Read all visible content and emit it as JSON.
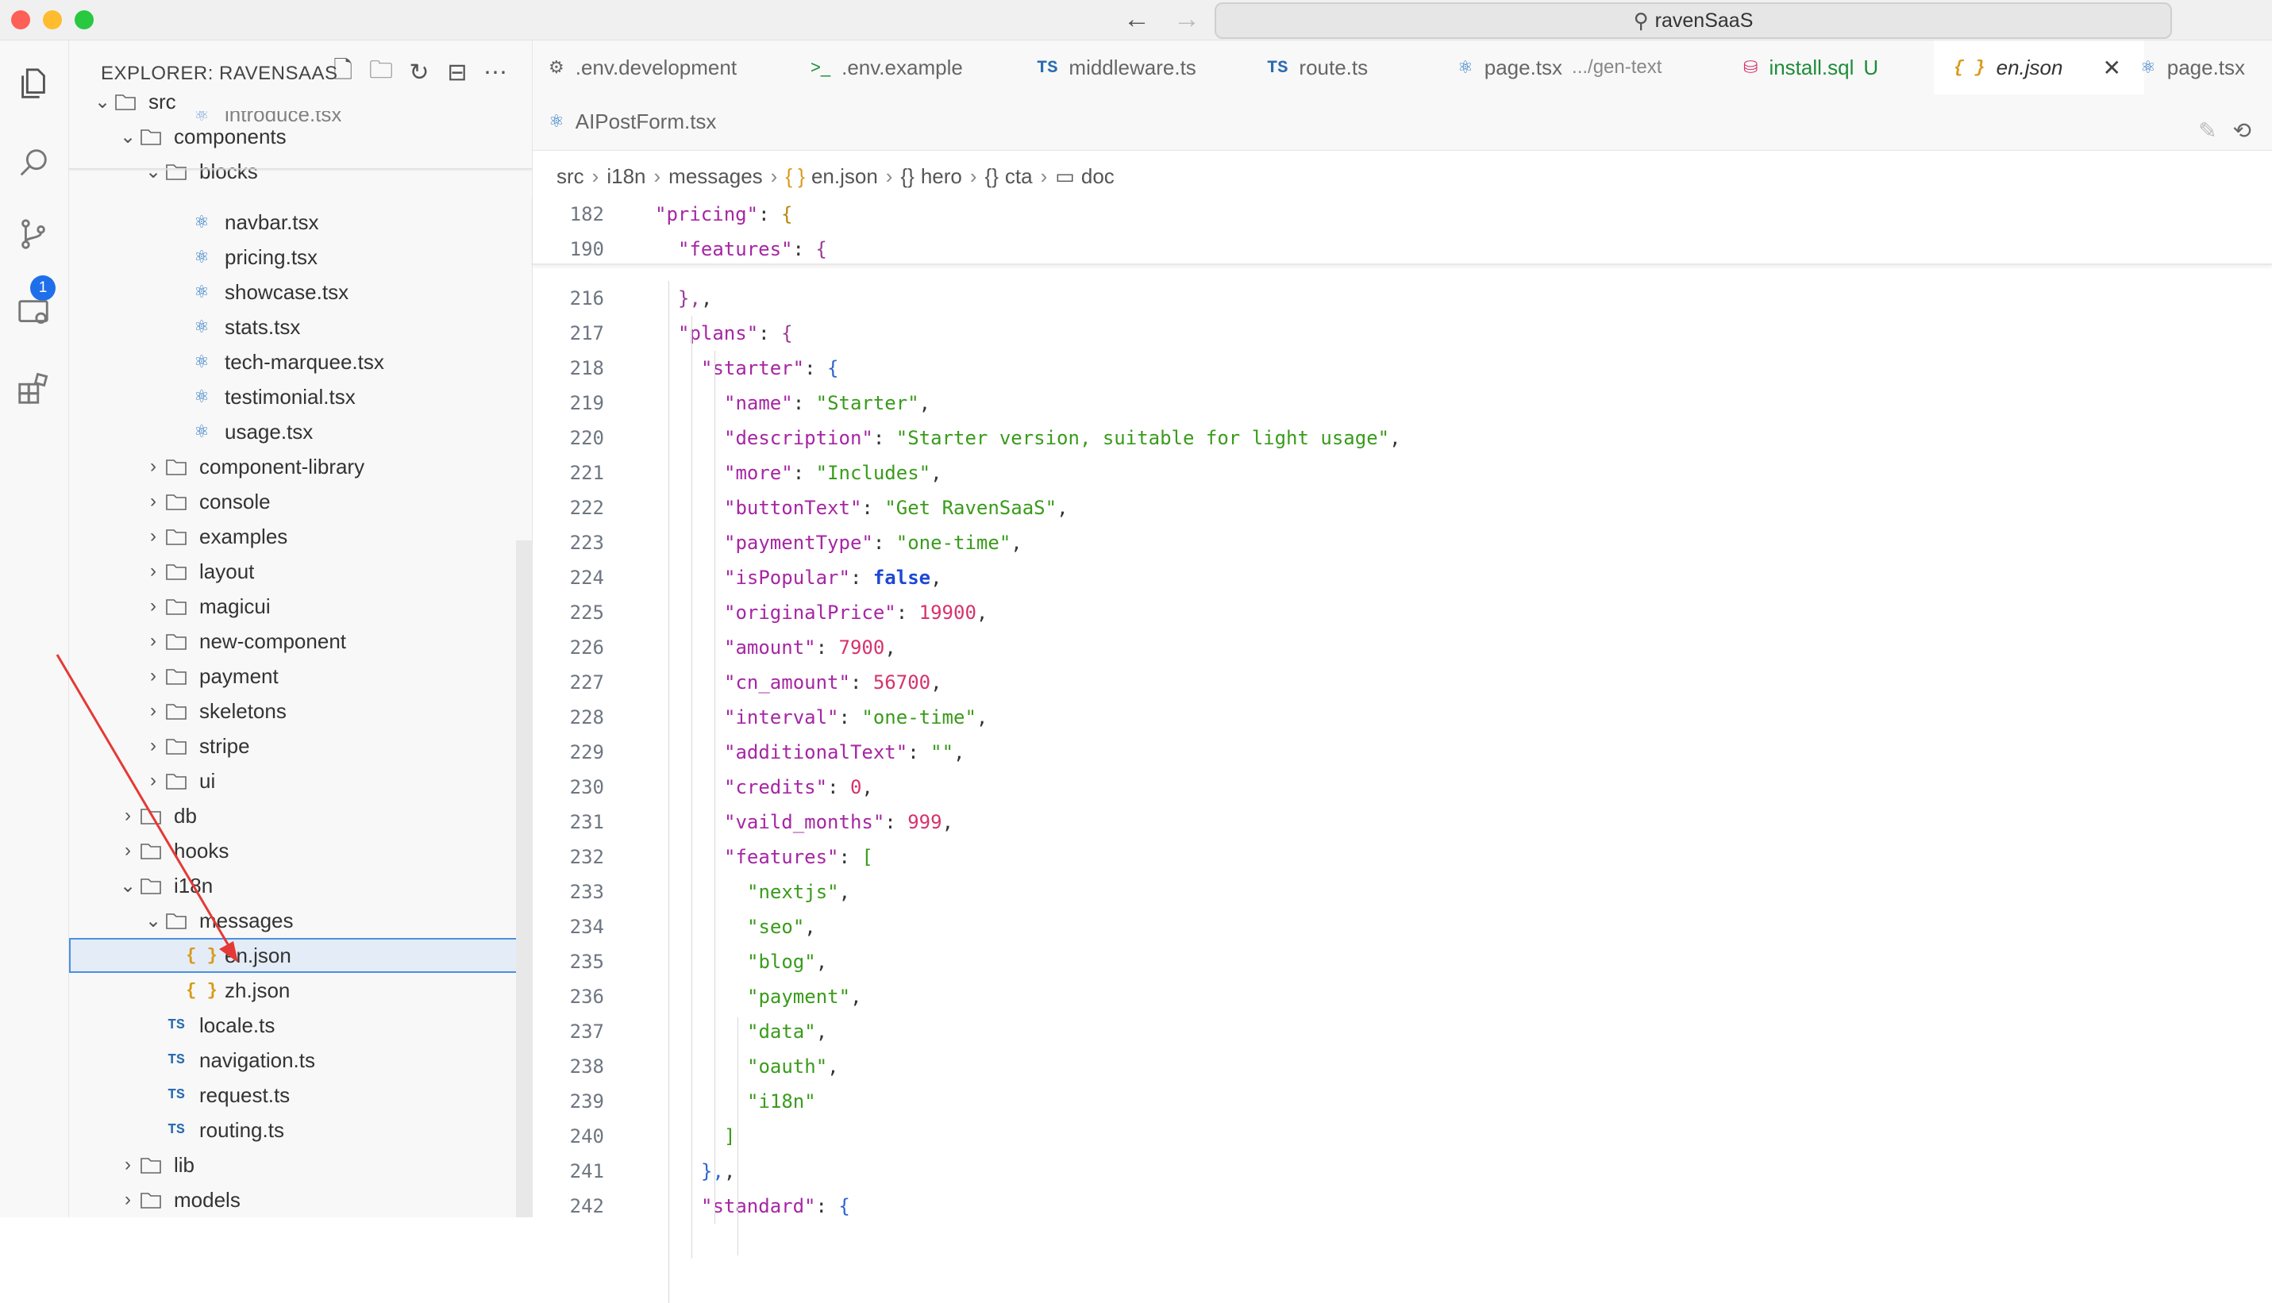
{
  "window": {
    "title": "ravenSaaS"
  },
  "sidebar": {
    "title": "EXPLORER: RAVENSAAS",
    "tree": [
      {
        "label": "src",
        "icon": "folder-src-icon",
        "type": "folder-open"
      },
      {
        "label": "components",
        "icon": "folder-components-icon",
        "type": "folder-open"
      },
      {
        "label": "blocks",
        "icon": "folder-icon",
        "type": "folder-open"
      },
      {
        "label": "introduce.tsx",
        "icon": "react-icon",
        "type": "file"
      },
      {
        "label": "navbar.tsx",
        "icon": "react-icon",
        "type": "file"
      },
      {
        "label": "pricing.tsx",
        "icon": "react-icon",
        "type": "file"
      },
      {
        "label": "showcase.tsx",
        "icon": "react-icon",
        "type": "file"
      },
      {
        "label": "stats.tsx",
        "icon": "react-icon",
        "type": "file"
      },
      {
        "label": "tech-marquee.tsx",
        "icon": "react-icon",
        "type": "file"
      },
      {
        "label": "testimonial.tsx",
        "icon": "react-icon",
        "type": "file"
      },
      {
        "label": "usage.tsx",
        "icon": "react-icon",
        "type": "file"
      },
      {
        "label": "component-library",
        "icon": "folder-icon",
        "type": "folder"
      },
      {
        "label": "console",
        "icon": "folder-icon",
        "type": "folder"
      },
      {
        "label": "examples",
        "icon": "folder-icon",
        "type": "folder"
      },
      {
        "label": "layout",
        "icon": "folder-layout-icon",
        "type": "folder"
      },
      {
        "label": "magicui",
        "icon": "folder-icon",
        "type": "folder"
      },
      {
        "label": "new-component",
        "icon": "folder-icon",
        "type": "folder"
      },
      {
        "label": "payment",
        "icon": "folder-icon",
        "type": "folder"
      },
      {
        "label": "skeletons",
        "icon": "folder-icon",
        "type": "folder"
      },
      {
        "label": "stripe",
        "icon": "folder-icon",
        "type": "folder"
      },
      {
        "label": "ui",
        "icon": "folder-icon",
        "type": "folder"
      },
      {
        "label": "db",
        "icon": "folder-db-icon",
        "type": "folder"
      },
      {
        "label": "hooks",
        "icon": "folder-hooks-icon",
        "type": "folder"
      },
      {
        "label": "i18n",
        "icon": "folder-i18n-icon",
        "type": "folder-open"
      },
      {
        "label": "messages",
        "icon": "folder-icon",
        "type": "folder-open"
      },
      {
        "label": "en.json",
        "icon": "json-icon",
        "type": "file"
      },
      {
        "label": "zh.json",
        "icon": "json-icon",
        "type": "file"
      },
      {
        "label": "locale.ts",
        "icon": "ts-icon",
        "type": "file"
      },
      {
        "label": "navigation.ts",
        "icon": "ts-icon",
        "type": "file"
      },
      {
        "label": "request.ts",
        "icon": "ts-icon",
        "type": "file"
      },
      {
        "label": "routing.ts",
        "icon": "ts-icon",
        "type": "file"
      },
      {
        "label": "lib",
        "icon": "folder-lib-icon",
        "type": "folder"
      },
      {
        "label": "models",
        "icon": "folder-icon",
        "type": "folder"
      }
    ]
  },
  "tabs": [
    {
      "label": ".env.development",
      "icon": "gear-icon"
    },
    {
      "label": ".env.example",
      "icon": "terminal-icon"
    },
    {
      "label": "middleware.ts",
      "icon": "ts-icon"
    },
    {
      "label": "route.ts",
      "icon": "ts-icon"
    },
    {
      "label": "page.tsx",
      "sub": ".../gen-text",
      "icon": "react-icon"
    },
    {
      "label": "install.sql",
      "mod": "U",
      "icon": "database-icon"
    },
    {
      "label": "en.json",
      "icon": "json-icon",
      "active": true
    },
    {
      "label": "page.tsx",
      "icon": "react-icon"
    },
    {
      "label": "AIPostForm.tsx",
      "icon": "react-icon"
    }
  ],
  "breadcrumb": [
    "src",
    "i18n",
    "messages",
    "en.json",
    "hero",
    "cta",
    "doc"
  ],
  "code": {
    "sticky": [
      {
        "ln": "182",
        "indent": 1,
        "key": "pricing",
        "tail": ": {"
      },
      {
        "ln": "190",
        "indent": 2,
        "key": "features",
        "tail": ": {"
      }
    ],
    "lines": [
      {
        "ln": "216",
        "indent": 2,
        "raw": "},"
      },
      {
        "ln": "217",
        "indent": 2,
        "key": "plans",
        "tail": ": {"
      },
      {
        "ln": "218",
        "indent": 3,
        "key": "starter",
        "tail": ": {"
      },
      {
        "ln": "219",
        "indent": 4,
        "key": "name",
        "str": "Starter"
      },
      {
        "ln": "220",
        "indent": 4,
        "key": "description",
        "str": "Starter version, suitable for light usage"
      },
      {
        "ln": "221",
        "indent": 4,
        "key": "more",
        "str": "Includes"
      },
      {
        "ln": "222",
        "indent": 4,
        "key": "buttonText",
        "str": "Get RavenSaaS"
      },
      {
        "ln": "223",
        "indent": 4,
        "key": "paymentType",
        "str": "one-time"
      },
      {
        "ln": "224",
        "indent": 4,
        "key": "isPopular",
        "bool": "false"
      },
      {
        "ln": "225",
        "indent": 4,
        "key": "originalPrice",
        "num": "19900"
      },
      {
        "ln": "226",
        "indent": 4,
        "key": "amount",
        "num": "7900"
      },
      {
        "ln": "227",
        "indent": 4,
        "key": "cn_amount",
        "num": "56700"
      },
      {
        "ln": "228",
        "indent": 4,
        "key": "interval",
        "str": "one-time"
      },
      {
        "ln": "229",
        "indent": 4,
        "key": "additionalText",
        "str": ""
      },
      {
        "ln": "230",
        "indent": 4,
        "key": "credits",
        "num": "0"
      },
      {
        "ln": "231",
        "indent": 4,
        "key": "vaild_months",
        "num": "999"
      },
      {
        "ln": "232",
        "indent": 4,
        "key": "features",
        "tail": ": ["
      },
      {
        "ln": "233",
        "indent": 5,
        "item": "nextjs"
      },
      {
        "ln": "234",
        "indent": 5,
        "item": "seo"
      },
      {
        "ln": "235",
        "indent": 5,
        "item": "blog"
      },
      {
        "ln": "236",
        "indent": 5,
        "item": "payment"
      },
      {
        "ln": "237",
        "indent": 5,
        "item": "data"
      },
      {
        "ln": "238",
        "indent": 5,
        "item": "oauth"
      },
      {
        "ln": "239",
        "indent": 5,
        "item": "i18n",
        "last": true
      },
      {
        "ln": "240",
        "indent": 4,
        "raw": "]"
      },
      {
        "ln": "241",
        "indent": 3,
        "raw": "},"
      },
      {
        "ln": "242",
        "indent": 3,
        "key": "standard",
        "tail": ": {"
      }
    ]
  },
  "colors": {
    "accent": "#1f6feb",
    "string": "#3a9b1c",
    "key": "#a626a4",
    "number": "#d6336c",
    "annotation_arrow": "#e53935"
  }
}
